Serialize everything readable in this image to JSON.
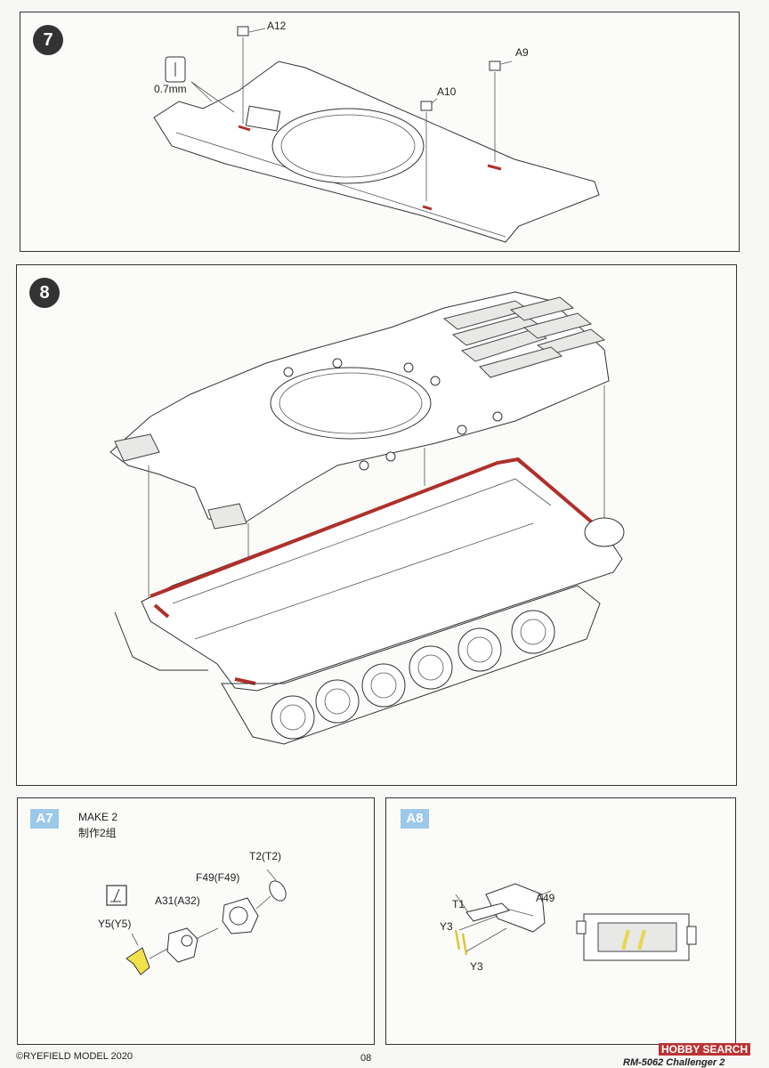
{
  "steps": [
    {
      "number": "7",
      "labels": {
        "a12": "A12",
        "a9": "A9",
        "a10": "A10",
        "drill": "0.7mm"
      }
    },
    {
      "number": "8"
    }
  ],
  "sub_a7": {
    "tag": "A7",
    "make_en": "MAKE 2",
    "make_cn": "制作2组",
    "labels": {
      "t2": "T2(T2)",
      "f49": "F49(F49)",
      "a31": "A31(A32)",
      "y5": "Y5(Y5)"
    }
  },
  "sub_a8": {
    "tag": "A8",
    "labels": {
      "a49": "A49",
      "t1": "T1",
      "y3a": "Y3",
      "y3b": "Y3"
    }
  },
  "footer": {
    "copyright": "©RYEFIELD MODEL 2020",
    "page": "08",
    "code": "RM-5062 Challenger 2",
    "watermark": "HOBBY SEARCH"
  },
  "colors": {
    "red_highlight": "#b0302a",
    "yellow_part": "#f2e24a",
    "tag_blue": "#9cc9ea"
  }
}
